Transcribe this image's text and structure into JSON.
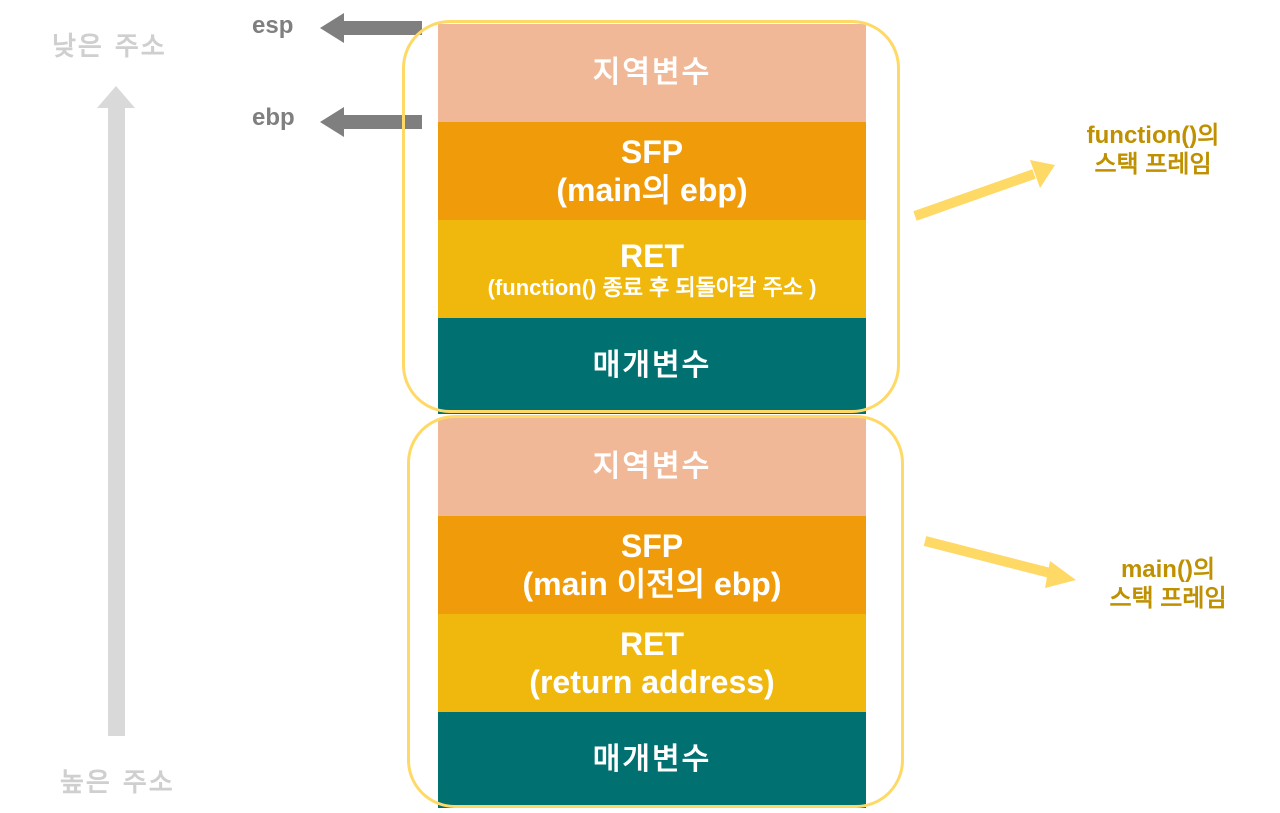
{
  "address": {
    "low": "낮은 주소",
    "high": "높은 주소"
  },
  "registers": {
    "esp": "esp",
    "ebp": "ebp"
  },
  "function_frame": {
    "local": "지역변수",
    "sfp_title": "SFP",
    "sfp_desc": "(main의 ebp)",
    "ret_title": "RET",
    "ret_desc": "(function() 종료 후 되돌아갈 주소 )",
    "params": "매개변수",
    "label_line1": "function()의",
    "label_line2": "스택 프레임"
  },
  "main_frame": {
    "local": "지역변수",
    "sfp_title": "SFP",
    "sfp_desc": "(main 이전의 ebp)",
    "ret_title": "RET",
    "ret_desc": "(return address)",
    "params": "매개변수",
    "label_line1": "main()의",
    "label_line2": "스택 프레임"
  },
  "colors": {
    "local": "#f0b896",
    "sfp": "#f09c0a",
    "ret": "#f0b80c",
    "params": "#007070",
    "frame_outline": "#ffd966",
    "frame_label": "#bf9000",
    "pointer_arrow": "#7f7f7f",
    "axis": "#d9d9d9"
  }
}
